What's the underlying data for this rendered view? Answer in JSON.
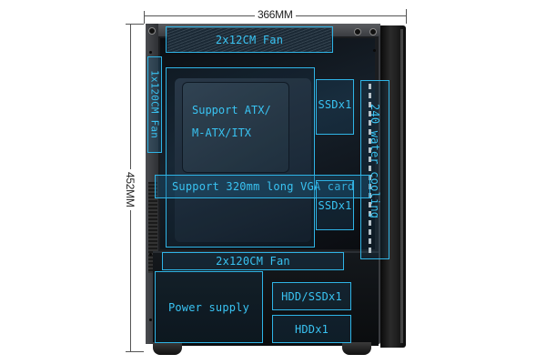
{
  "dimensions": {
    "width_label": "366MM",
    "height_label": "452MM"
  },
  "labels": {
    "top_fan": "2x12CM Fan",
    "side_fan": "1x120CM Fan",
    "motherboard_line1": "Support ATX/",
    "motherboard_line2": "M-ATX/ITX",
    "ssd_top": "SSDx1",
    "water_cooling": "240 water cooling",
    "vga": "Support 320mm long VGA card",
    "ssd_lower": "SSDx1",
    "bottom_fan": "2x120CM Fan",
    "power_supply": "Power supply",
    "hdd_ssd": "HDD/SSDx1",
    "hdd": "HDDx1"
  },
  "colors": {
    "highlight": "#2fb4e6",
    "label_text": "#39c3f2",
    "case_body": "#1b1d20",
    "background": "#ffffff"
  }
}
